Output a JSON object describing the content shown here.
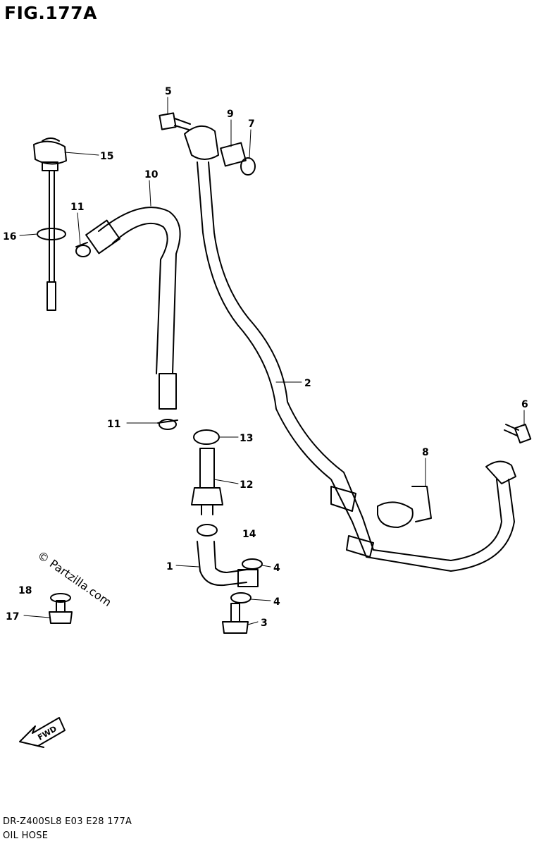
{
  "figure": {
    "title": "FIG.177A",
    "model_code": "DR-Z400SL8  E03  E28  177A",
    "section_name": "OIL HOSE",
    "watermark": "© Partzilla.com",
    "fwd_label": "FWD"
  },
  "callouts": [
    {
      "id": "1",
      "label": "1"
    },
    {
      "id": "2",
      "label": "2"
    },
    {
      "id": "3",
      "label": "3"
    },
    {
      "id": "4a",
      "label": "4"
    },
    {
      "id": "4b",
      "label": "4"
    },
    {
      "id": "5",
      "label": "5"
    },
    {
      "id": "6",
      "label": "6"
    },
    {
      "id": "7",
      "label": "7"
    },
    {
      "id": "8",
      "label": "8"
    },
    {
      "id": "9",
      "label": "9"
    },
    {
      "id": "10",
      "label": "10"
    },
    {
      "id": "11a",
      "label": "11"
    },
    {
      "id": "11b",
      "label": "11"
    },
    {
      "id": "12",
      "label": "12"
    },
    {
      "id": "13",
      "label": "13"
    },
    {
      "id": "14",
      "label": "14"
    },
    {
      "id": "15",
      "label": "15"
    },
    {
      "id": "16",
      "label": "16"
    },
    {
      "id": "17",
      "label": "17"
    },
    {
      "id": "18",
      "label": "18"
    }
  ]
}
